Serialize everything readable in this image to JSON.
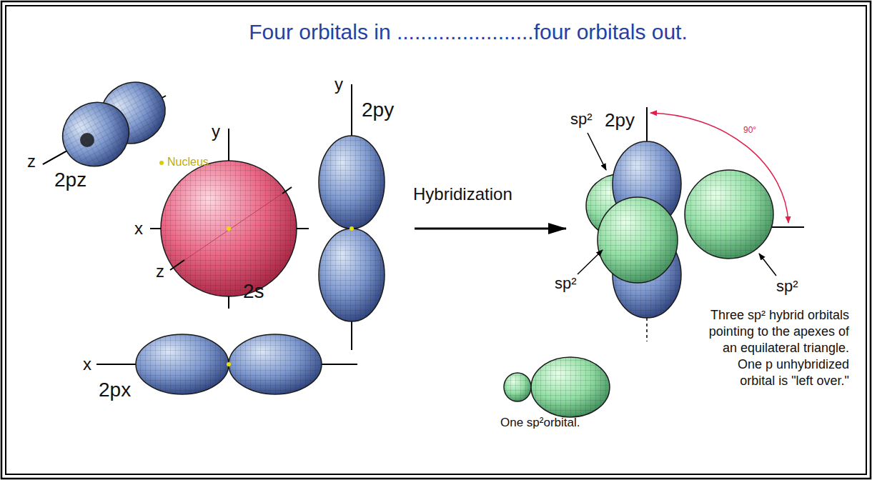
{
  "diagram": {
    "title": "Four orbitals in .......................four orbitals out.",
    "labels": [
      "z",
      "2pz",
      "y",
      "Nucleus",
      "x",
      "z",
      "2s",
      "y",
      "2py",
      "x",
      "2px",
      "Hybridization",
      "2py",
      "90°",
      "sp²",
      "sp²",
      "sp²",
      "Three sp² hybrid orbitals pointing to the apexes of an equilateral triangle. One p unhybridized orbital is \"left over.\"",
      "One sp²orbital."
    ]
  }
}
